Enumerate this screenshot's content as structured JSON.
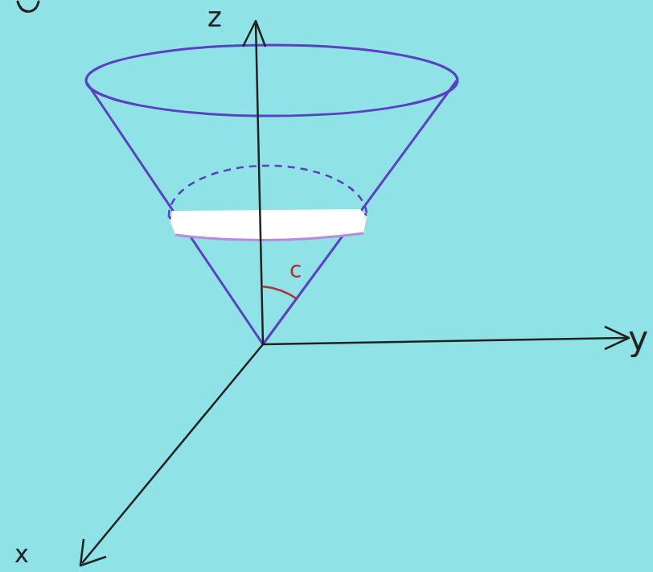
{
  "diagram": {
    "labels": [
      "z",
      "y",
      "x",
      "c"
    ]
  }
}
